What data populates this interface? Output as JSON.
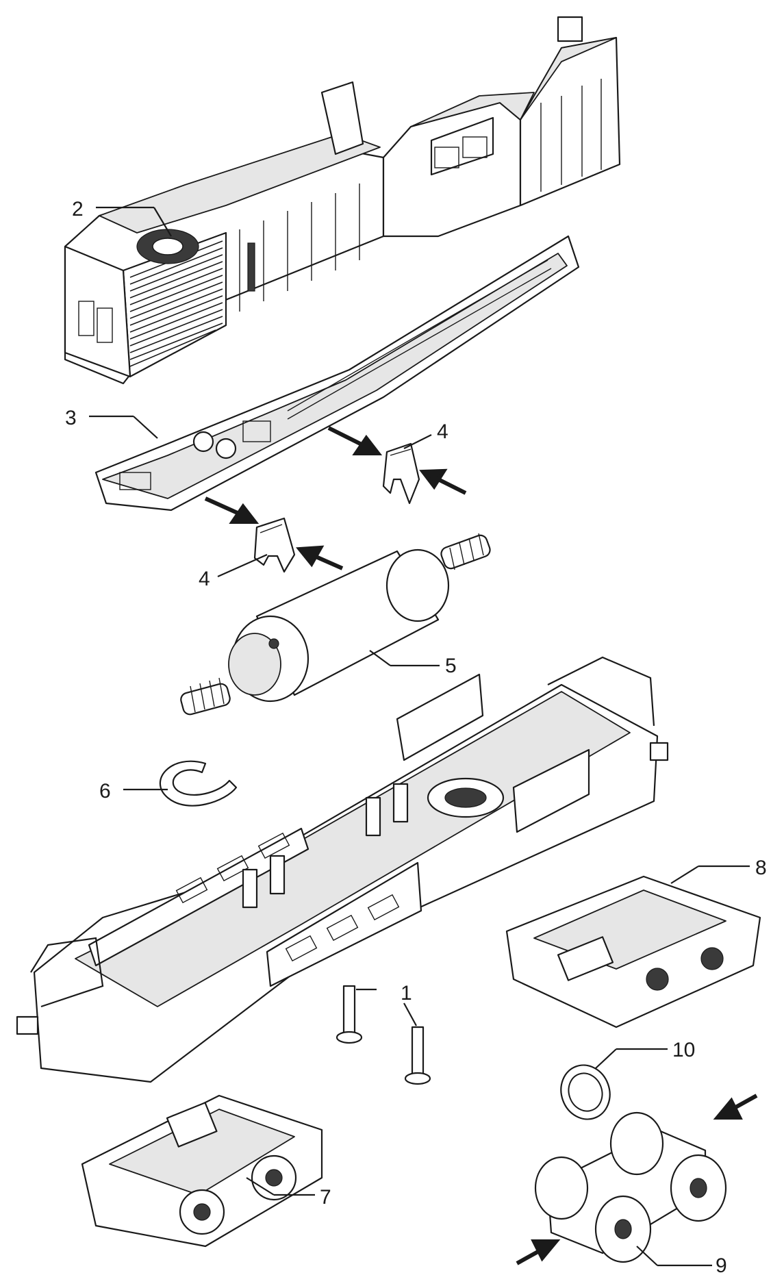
{
  "diagram": {
    "callouts": [
      {
        "id": "1",
        "text": "1"
      },
      {
        "id": "2",
        "text": "2"
      },
      {
        "id": "3",
        "text": "3"
      },
      {
        "id": "4a",
        "text": "4"
      },
      {
        "id": "4b",
        "text": "4"
      },
      {
        "id": "5",
        "text": "5"
      },
      {
        "id": "6",
        "text": "6"
      },
      {
        "id": "7",
        "text": "7"
      },
      {
        "id": "8",
        "text": "8"
      },
      {
        "id": "9",
        "text": "9"
      },
      {
        "id": "10",
        "text": "10"
      }
    ]
  }
}
